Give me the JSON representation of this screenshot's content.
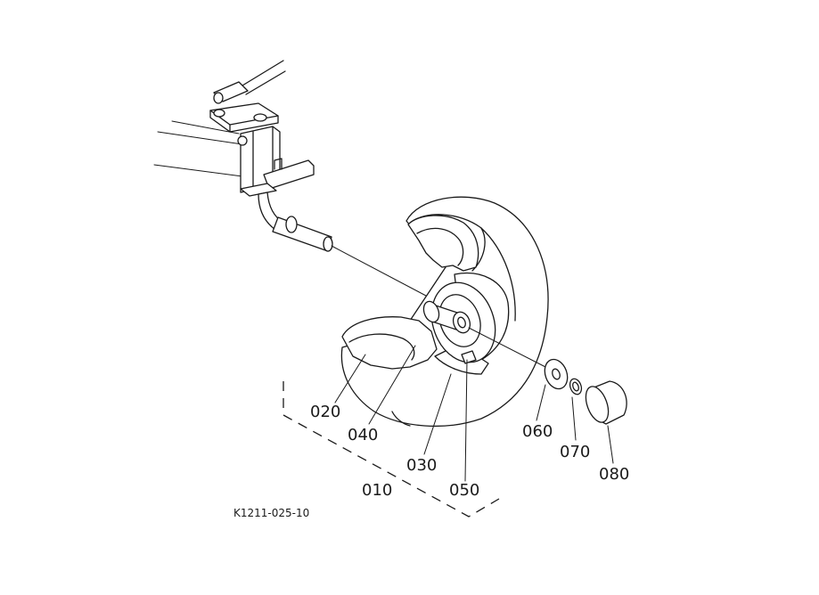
{
  "diagram": {
    "part_labels": {
      "p010": "010",
      "p020": "020",
      "p030": "030",
      "p040": "040",
      "p050": "050",
      "p060": "060",
      "p070": "070",
      "p080": "080"
    },
    "reference_code": "K1211-025-10"
  }
}
